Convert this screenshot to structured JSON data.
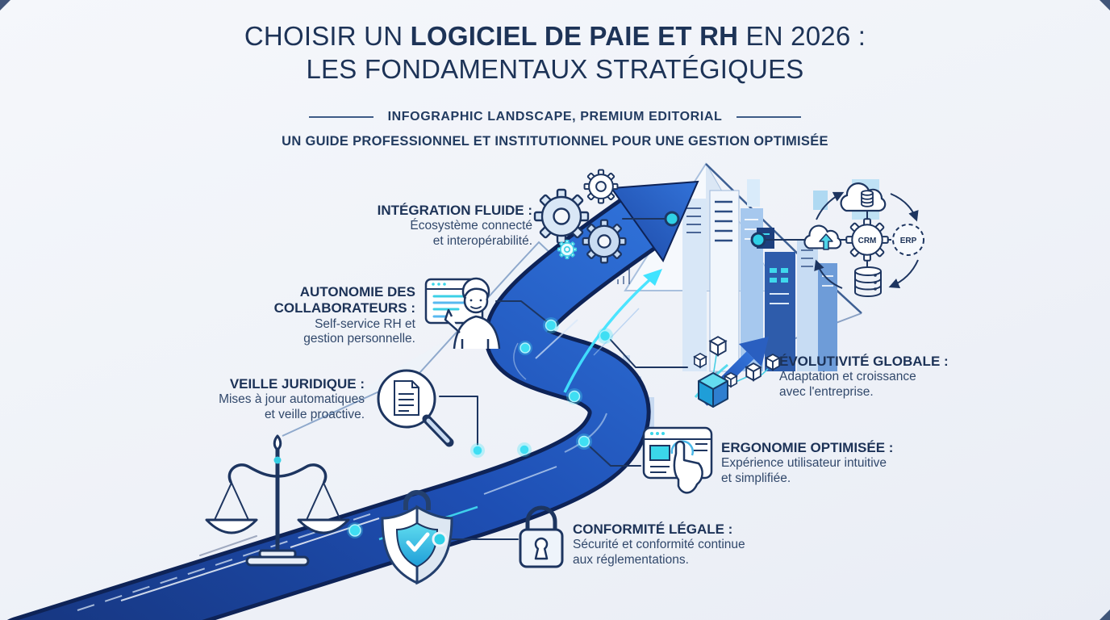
{
  "header": {
    "title_prefix": "CHOISIR UN",
    "title_bold": "LOGICIEL DE PAIE ET RH",
    "title_suffix": "EN 2026 :",
    "title_line2": "LES FONDAMENTAUX STRATÉGIQUES",
    "kicker": "INFOGRAPHIC LANDSCAPE, PREMIUM EDITORIAL",
    "tagline": "UN GUIDE PROFESSIONNEL ET INSTITUTIONNEL POUR UNE GESTION OPTIMISÉE"
  },
  "callouts": {
    "integration": {
      "title": [
        "INTÉGRATION FLUIDE :"
      ],
      "body": [
        "Écosystème connecté",
        "et interopérabilité."
      ]
    },
    "autonomie": {
      "title": [
        "AUTONOMIE DES",
        "COLLABORATEURS :"
      ],
      "body": [
        "Self-service RH et",
        "gestion personnelle."
      ]
    },
    "veille": {
      "title": [
        "VEILLE JURIDIQUE :"
      ],
      "body": [
        "Mises à jour automatiques",
        "et veille proactive."
      ]
    },
    "evolutivite": {
      "title": [
        "ÉVOLUTIVITÉ GLOBALE :"
      ],
      "body": [
        "Adaptation et croissance",
        "avec l'entreprise."
      ]
    },
    "ergonomie": {
      "title": [
        "ERGONOMIE OPTIMISÉE :"
      ],
      "body": [
        "Expérience utilisateur intuitive",
        "et simplifiée."
      ]
    },
    "conformite": {
      "title": [
        "CONFORMITÉ LÉGALE :"
      ],
      "body": [
        "Sécurité et conformité continue",
        "aux réglementations."
      ]
    }
  },
  "ecosystem": {
    "hub": "CRM",
    "node": "ERP"
  },
  "icons": [
    "gears-icon",
    "user-screen-icon",
    "magnifier-document-icon",
    "scales-icon",
    "shield-check-icon",
    "padlock-icon",
    "browser-hand-icon",
    "cubes-growth-icon",
    "cloud-database-icon",
    "crm-gear-icon",
    "erp-circle-icon",
    "database-icon",
    "cloud-upload-icon",
    "road-arrow-graphic",
    "mountain-city-graphic",
    "flag-icon"
  ],
  "colors": {
    "navy_text": "#1c3257",
    "body_text": "#31486b",
    "road_blue": "#1f4fb2",
    "road_edge": "#0e2357",
    "accent_cyan": "#3bd6ea",
    "light_blue": "#a6c8ee",
    "background": "#eff2f8"
  }
}
